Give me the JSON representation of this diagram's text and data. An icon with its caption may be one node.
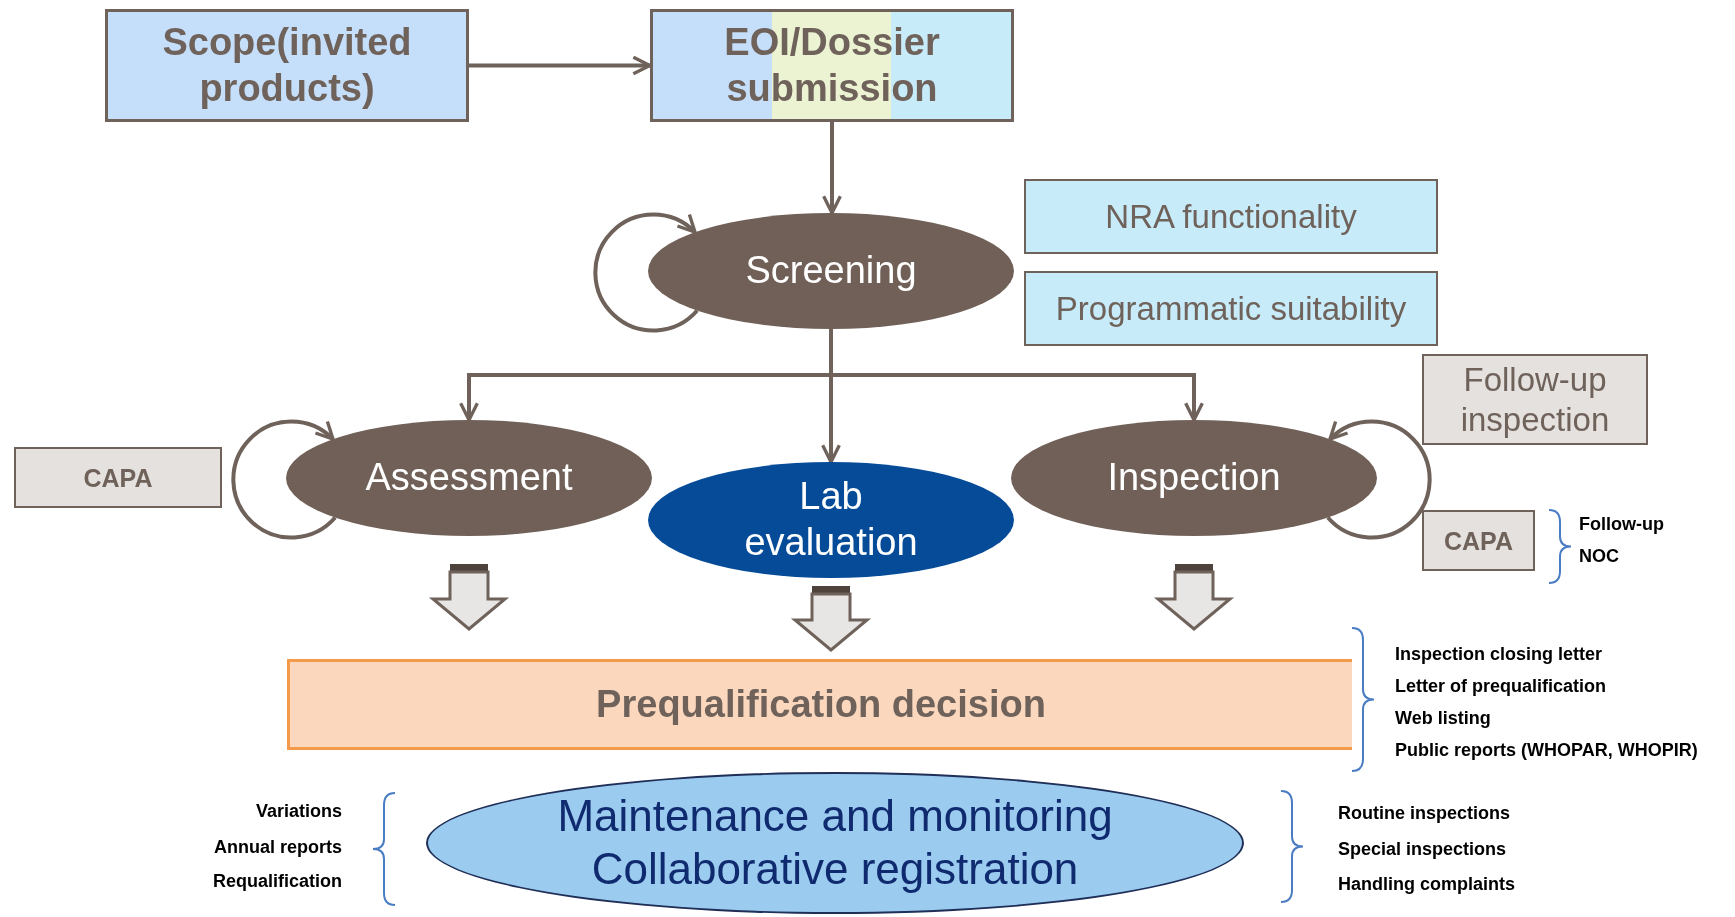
{
  "diagram": {
    "nodes": [
      {
        "text": [
          "Scope(invited products)"
        ]
      },
      {
        "text": [
          "EOI/Dossier submission"
        ]
      },
      {
        "text": [
          "Screening"
        ]
      },
      {
        "text": [
          "NRA functionality"
        ]
      },
      {
        "text": [
          "Programmatic suitability"
        ]
      },
      {
        "text": [
          "Follow-up inspection"
        ]
      },
      {
        "text": [
          "CAPA"
        ]
      },
      {
        "text": [
          "Assessment"
        ]
      },
      {
        "text": [
          "Lab evaluation"
        ]
      },
      {
        "text": [
          "Inspection"
        ]
      },
      {
        "text": [
          "CAPA"
        ]
      },
      {
        "text": [
          "Prequalification decision"
        ]
      },
      {
        "text": [
          "Maintenance and monitoring",
          "Collaborative registration"
        ]
      }
    ],
    "edges": [
      {
        "from": 0,
        "to": 1,
        "arrow": "to"
      },
      {
        "from": 1,
        "to": 2,
        "arrow": "to"
      },
      {
        "from": 2,
        "to": 2,
        "arrow": "to"
      },
      {
        "from": 2,
        "to": 7,
        "arrow": "to"
      },
      {
        "from": 2,
        "to": 8,
        "arrow": "to"
      },
      {
        "from": 2,
        "to": 9,
        "arrow": "to"
      },
      {
        "from": 7,
        "to": 7,
        "arrow": "to"
      },
      {
        "from": 9,
        "to": 9,
        "arrow": "to"
      },
      {
        "from": 7,
        "to": 11,
        "arrow": "to",
        "style": "thick"
      },
      {
        "from": 8,
        "to": 11,
        "arrow": "to",
        "style": "thick"
      },
      {
        "from": 9,
        "to": 11,
        "arrow": "to",
        "style": "thick"
      }
    ],
    "labels": [
      "Follow-up",
      "NOC",
      "Inspection closing letter",
      "Letter of prequalification",
      "Web listing",
      "Public reports (WHOPAR, WHOPIR)",
      "Variations",
      "Annual reports",
      "Requalification",
      "Routine inspections",
      "Special inspections",
      "Handling complaints"
    ]
  }
}
